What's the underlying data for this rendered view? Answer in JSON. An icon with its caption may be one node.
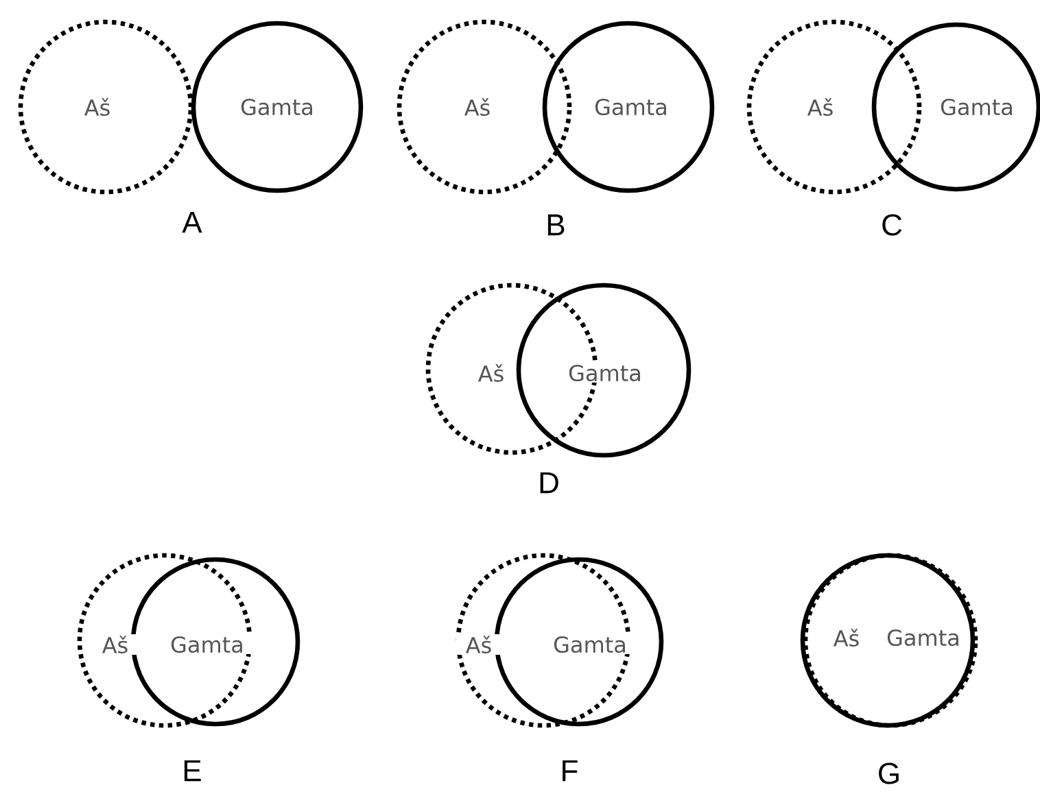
{
  "diagram": {
    "nodes": [
      {
        "text": [
          "Aš"
        ]
      },
      {
        "text": [
          "Gamta"
        ]
      },
      {
        "text": [
          "Aš"
        ]
      },
      {
        "text": [
          "Gamta"
        ]
      },
      {
        "text": [
          "Aš"
        ]
      },
      {
        "text": [
          "Gamta"
        ]
      },
      {
        "text": [
          "Aš"
        ]
      },
      {
        "text": [
          "Gamta"
        ]
      },
      {
        "text": [
          "Aš"
        ]
      },
      {
        "text": [
          "Gamta"
        ]
      },
      {
        "text": [
          "Aš"
        ]
      },
      {
        "text": [
          "Gamta"
        ]
      },
      {
        "text": [
          "Aš"
        ]
      },
      {
        "text": [
          "Gamta"
        ]
      }
    ],
    "labels": [
      "A",
      "B",
      "C",
      "D",
      "E",
      "F",
      "G"
    ]
  }
}
